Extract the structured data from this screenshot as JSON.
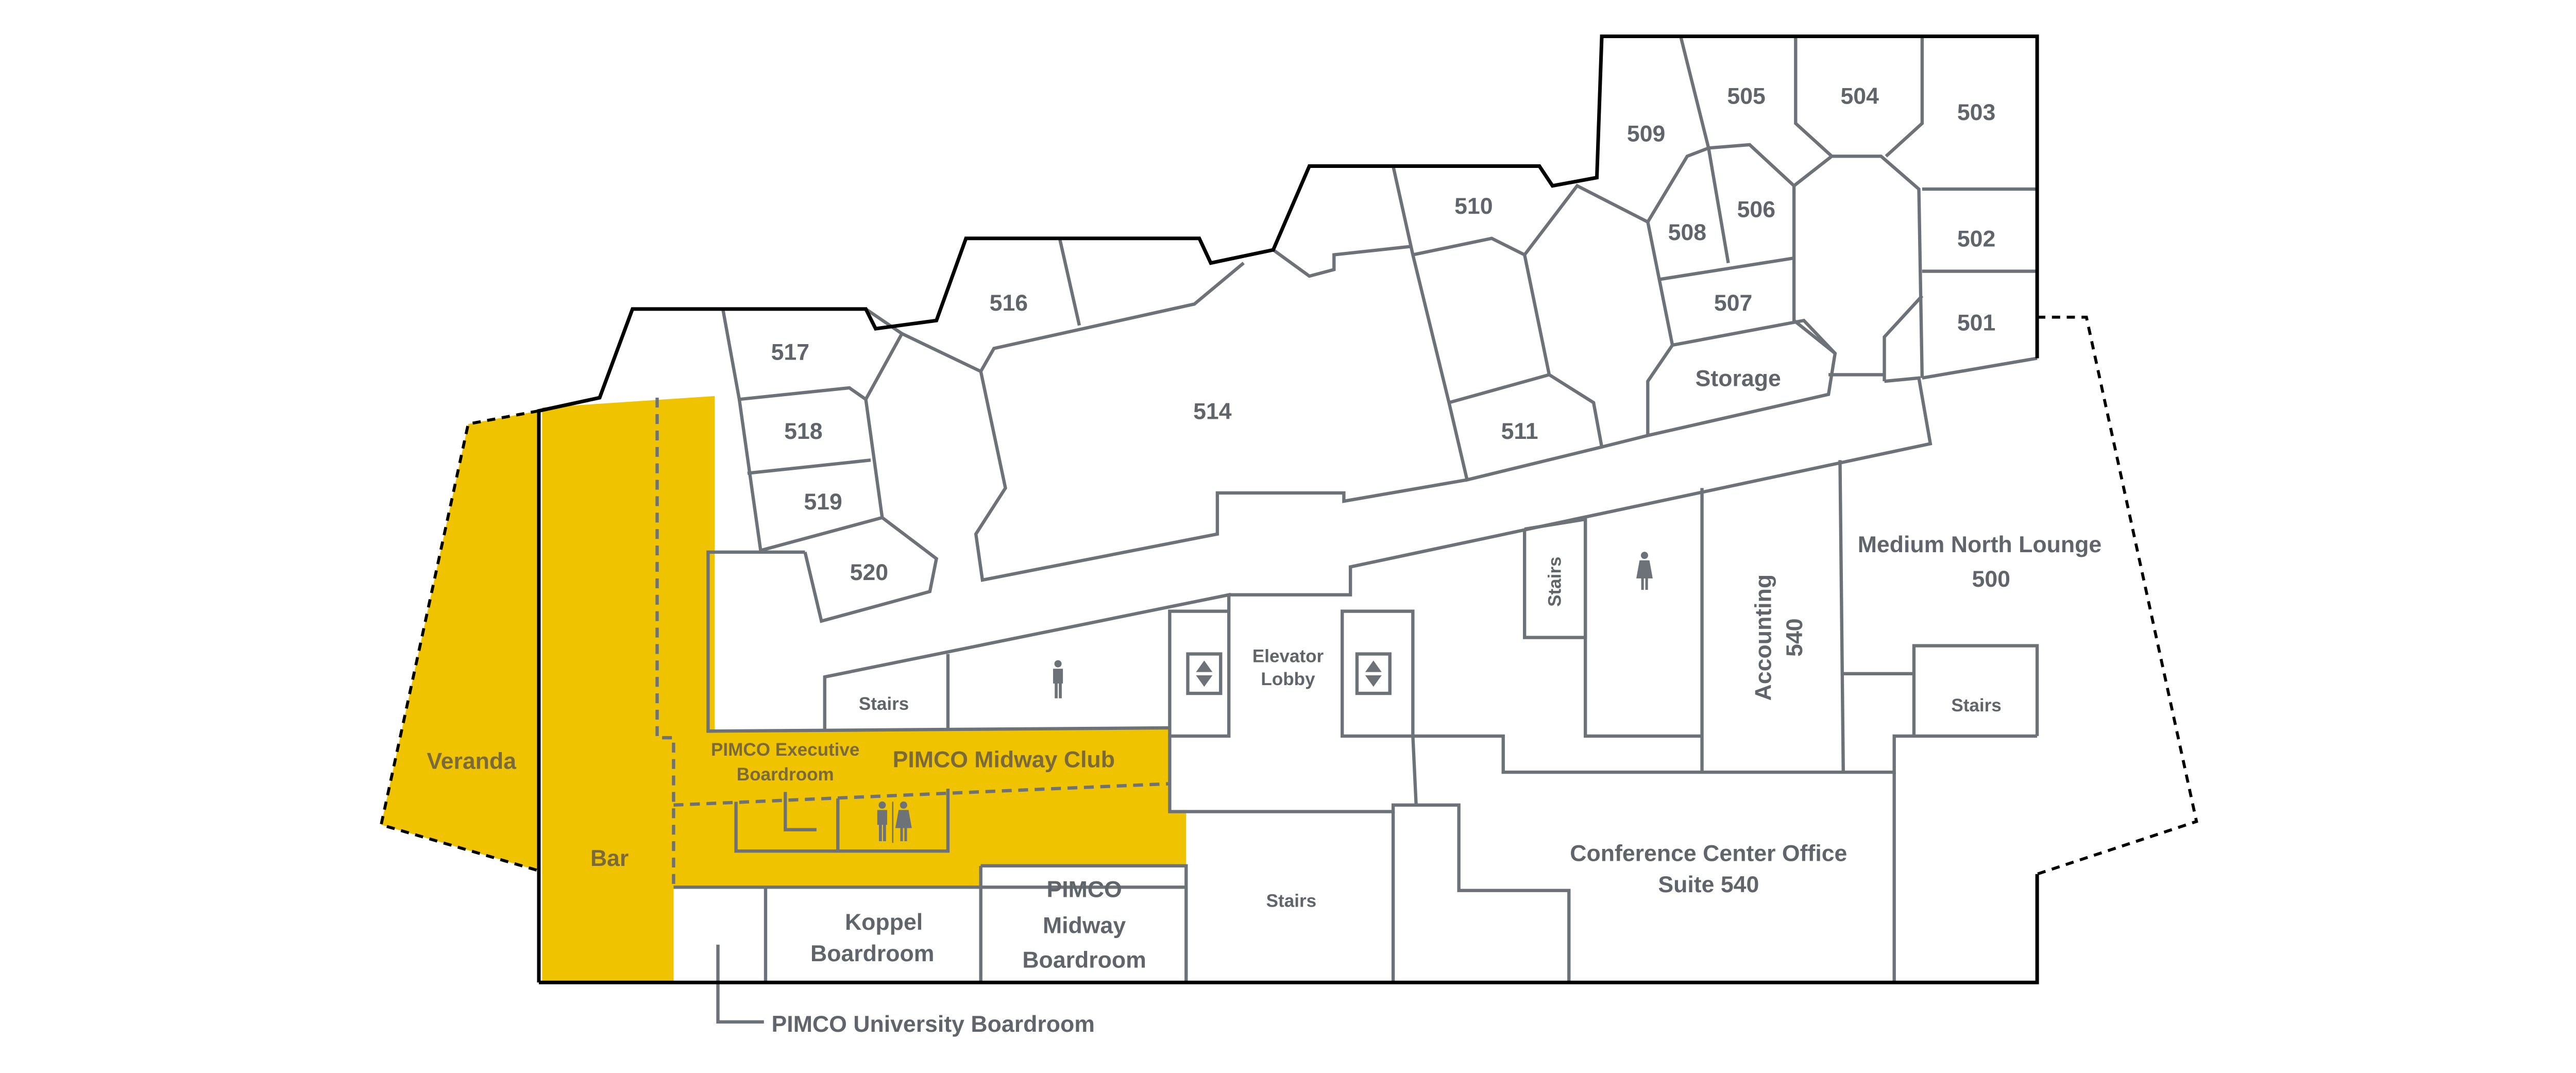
{
  "colors": {
    "highlight": "#F0C300",
    "wall": "#6d7278",
    "outline": "#000000",
    "label": "#5f656b"
  },
  "rooms": {
    "r509": "509",
    "r505": "505",
    "r504": "504",
    "r503": "503",
    "r510": "510",
    "r508": "508",
    "r506": "506",
    "r502": "502",
    "r507": "507",
    "r501": "501",
    "r516": "516",
    "r517": "517",
    "storage": "Storage",
    "r514": "514",
    "r511": "511",
    "r518": "518",
    "r519": "519",
    "r520": "520",
    "lounge_name": "Medium North Lounge",
    "lounge_num": "500",
    "stairs": "Stairs",
    "accounting_name": "Accounting",
    "accounting_num": "540",
    "elevator_line1": "Elevator",
    "elevator_line2": "Lobby",
    "exec_line1": "PIMCO Executive",
    "exec_line2": "Boardroom",
    "midway_club": "PIMCO Midway Club",
    "veranda": "Veranda",
    "bar": "Bar",
    "conf_line1": "Conference Center Office",
    "conf_line2": "Suite 540",
    "koppel_line1": "Koppel",
    "koppel_line2": "Boardroom",
    "midway_br_line1": "PIMCO",
    "midway_br_line2": "Midway",
    "midway_br_line3": "Boardroom",
    "university": "PIMCO University Boardroom"
  },
  "icons": [
    "mens-restroom-icon",
    "womens-restroom-icon",
    "unisex-restroom-icon",
    "elevator-icon"
  ]
}
